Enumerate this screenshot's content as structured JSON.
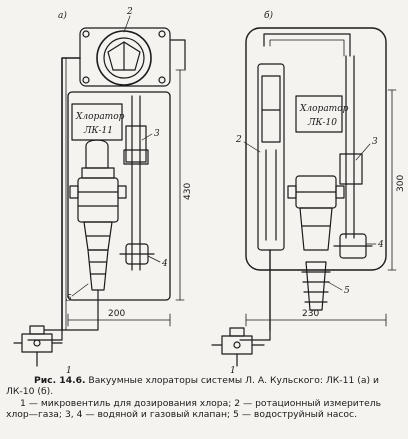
{
  "figure": {
    "panel_a": {
      "tag": "а)",
      "plate_line1": "Хлоратор",
      "plate_line2": "ЛК-11",
      "callouts": [
        "2",
        "3",
        "4",
        "5",
        "1"
      ],
      "dim_height": "430",
      "dim_width": "200"
    },
    "panel_b": {
      "tag": "б)",
      "plate_line1": "Хлоратор",
      "plate_line2": "ЛК-10",
      "callouts": [
        "2",
        "3",
        "4",
        "5",
        "1"
      ],
      "dim_height": "300",
      "dim_width": "230"
    }
  },
  "caption": {
    "fig_no": "Рис. 14.6.",
    "title": "Вакуумные хлораторы системы Л. А. Кульского: ЛК-11 (а) и ЛК-10 (б).",
    "legend": "1 — микровентиль для дозирования хлора; 2 — ротационный измеритель хлор—газа; 3, 4 — водяной и газовый клапан; 5 — водоструйный насос."
  }
}
